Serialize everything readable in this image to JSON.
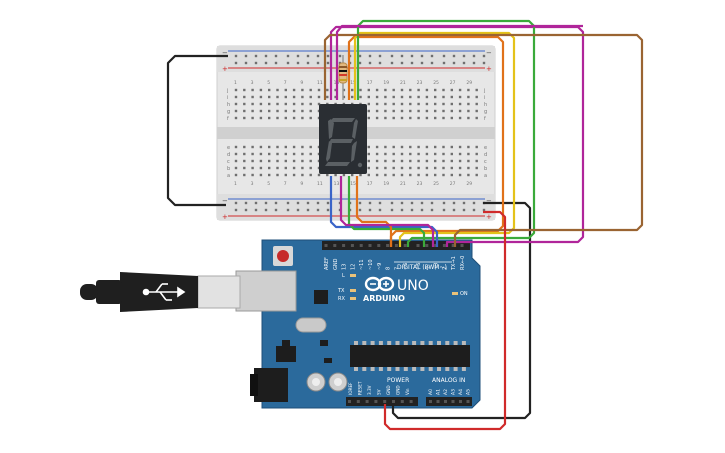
{
  "breadboard": {
    "column_numbers": [
      "1",
      "3",
      "5",
      "7",
      "9",
      "11",
      "13",
      "15",
      "17",
      "19",
      "21",
      "23",
      "25",
      "27",
      "29"
    ],
    "row_letters_top": [
      "j",
      "i",
      "h",
      "g",
      "f"
    ],
    "row_letters_bottom": [
      "e",
      "d",
      "c",
      "b",
      "a"
    ],
    "rail_minus": "−",
    "rail_plus": "+"
  },
  "seven_segment": {
    "digit_shown": "8",
    "segment_color": "#5b6064",
    "dp_color": "#5b6064"
  },
  "resistor": {
    "band_colors": [
      "#8b5a2b",
      "#111111",
      "#d33a2a",
      "#c9a227"
    ]
  },
  "usb_cable": {
    "icon": "usb-icon"
  },
  "arduino": {
    "brand": "ARDUINO",
    "model": "UNO",
    "board_color": "#2b6a9c",
    "digital_label": "DIGITAL (PWM~)",
    "power_label": "POWER",
    "analog_label": "ANALOG IN",
    "on_label": "ON",
    "led_labels": [
      "L",
      "TX",
      "RX"
    ],
    "header_labels_top": [
      "AREF",
      "GND",
      "13",
      "12",
      "~11",
      "~10",
      "~9",
      "8",
      "7",
      "~6",
      "~5",
      "4",
      "~3",
      "2",
      "TX→1",
      "RX←0"
    ],
    "header_labels_power": [
      "IOREF",
      "RESET",
      "3.3V",
      "5V",
      "GND",
      "GND",
      "Vin"
    ],
    "header_labels_analog": [
      "A0",
      "A1",
      "A2",
      "A3",
      "A4",
      "A5"
    ]
  },
  "wires": [
    {
      "name": "wire-black-gnd-rail",
      "color": "#222222"
    },
    {
      "name": "wire-purple-a",
      "color": "#b0259a"
    },
    {
      "name": "wire-orange-b",
      "color": "#e0721a"
    },
    {
      "name": "wire-yellow-c",
      "color": "#e4c21a"
    },
    {
      "name": "wire-green-d",
      "color": "#3aaa3a"
    },
    {
      "name": "wire-brown-e",
      "color": "#9a6432"
    },
    {
      "name": "wire-blue-f",
      "color": "#3a64c8"
    },
    {
      "name": "wire-red-5v",
      "color": "#d02a2a"
    }
  ]
}
